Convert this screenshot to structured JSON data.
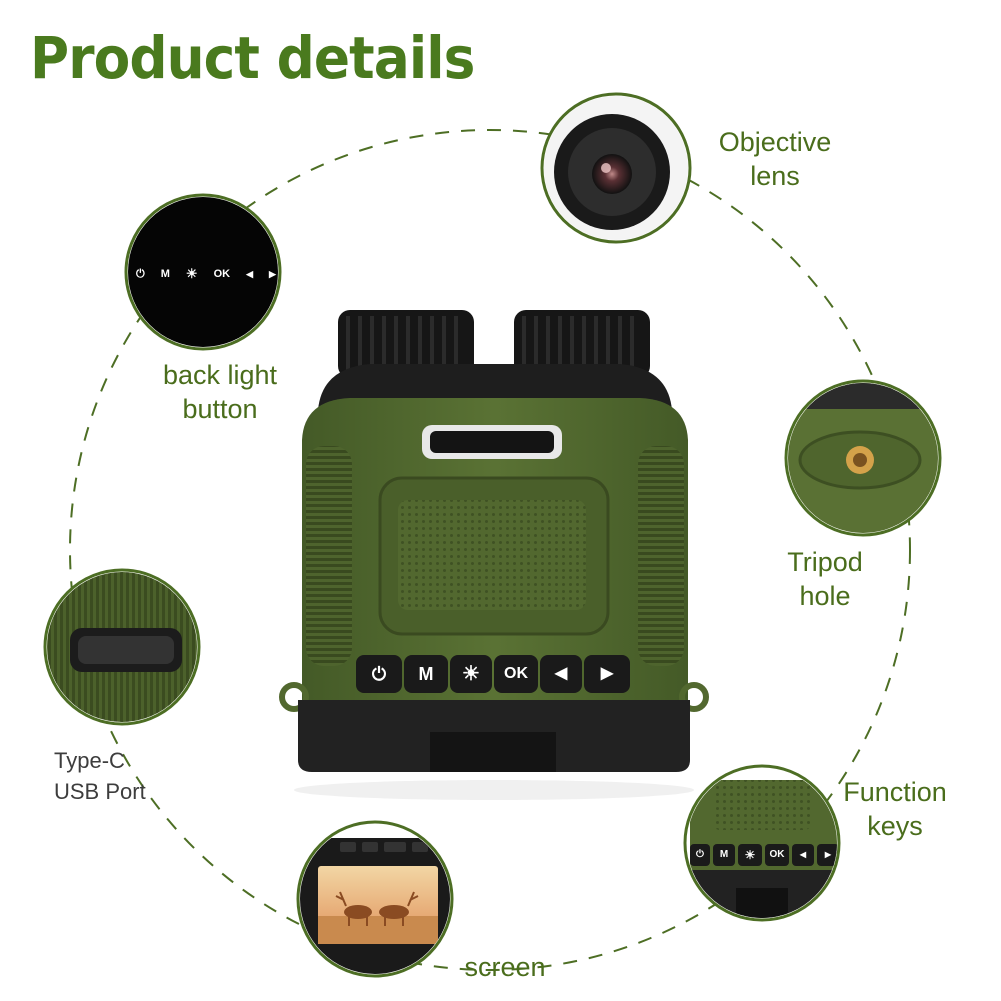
{
  "title": "Product details",
  "colors": {
    "title": "#4a7a1e",
    "label": "#4a6d1c",
    "body_green": "#52682f",
    "dark": "#1e1e1e",
    "ring": "#4d6e24"
  },
  "callouts": {
    "objective_lens": {
      "line1": "Objective",
      "line2": "lens"
    },
    "back_light": {
      "line1": "back light",
      "line2": "button"
    },
    "tripod": {
      "line1": "Tripod",
      "line2": "hole"
    },
    "usb": {
      "line1": "Type-C",
      "line2": "USB Port"
    },
    "function_keys": {
      "line1": "Function",
      "line2": "keys"
    },
    "screen": {
      "line1": "screen"
    }
  },
  "keys": {
    "power": "⏻",
    "mode": "M",
    "brightness": "☀",
    "ok": "OK",
    "left": "◀",
    "right": "▶"
  },
  "icons": {
    "power": "power-icon",
    "brightness": "sun-icon",
    "left": "triangle-left-icon",
    "right": "triangle-right-icon"
  }
}
